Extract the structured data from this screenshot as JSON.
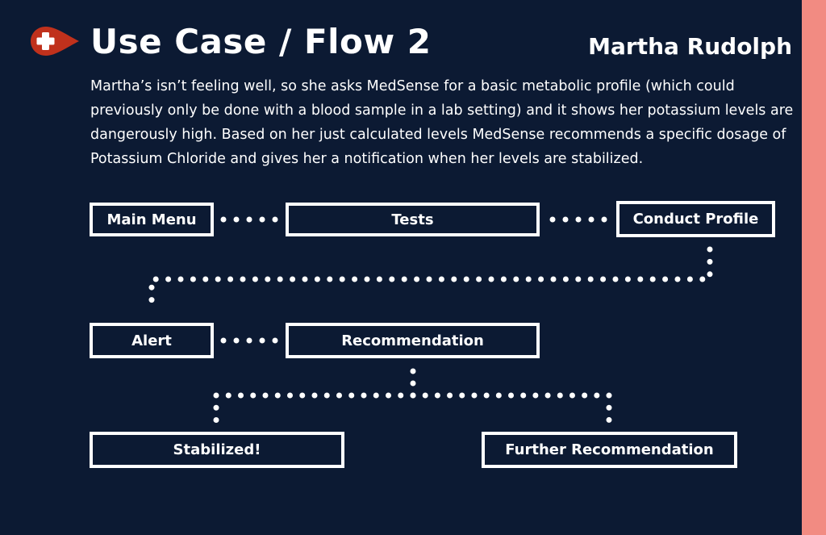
{
  "header": {
    "title": "Use Case / Flow 2",
    "author": "Martha Rudolph",
    "logo_icon": "medical-cross-pin-icon"
  },
  "description": "Martha’s isn’t feeling well, so she asks MedSense for a basic metabolic profile (which could previously only be done with a blood sample in a lab setting) and it shows her potassium levels are dangerously high. Based on her just calculated levels MedSense recommends a specific dosage of Potassium Chloride and gives her a notification when her levels are stabilized.",
  "flow": {
    "main_menu": "Main Menu",
    "tests": "Tests",
    "conduct_profile": "Conduct Profile",
    "alert": "Alert",
    "recommendation": "Recommendation",
    "stabilized": "Stabilized!",
    "further_recommendation": "Further Recommendation"
  },
  "colors": {
    "background": "#0c1a33",
    "accent_strip": "#f28b82",
    "logo_red": "#c0311c",
    "foreground": "#ffffff"
  }
}
